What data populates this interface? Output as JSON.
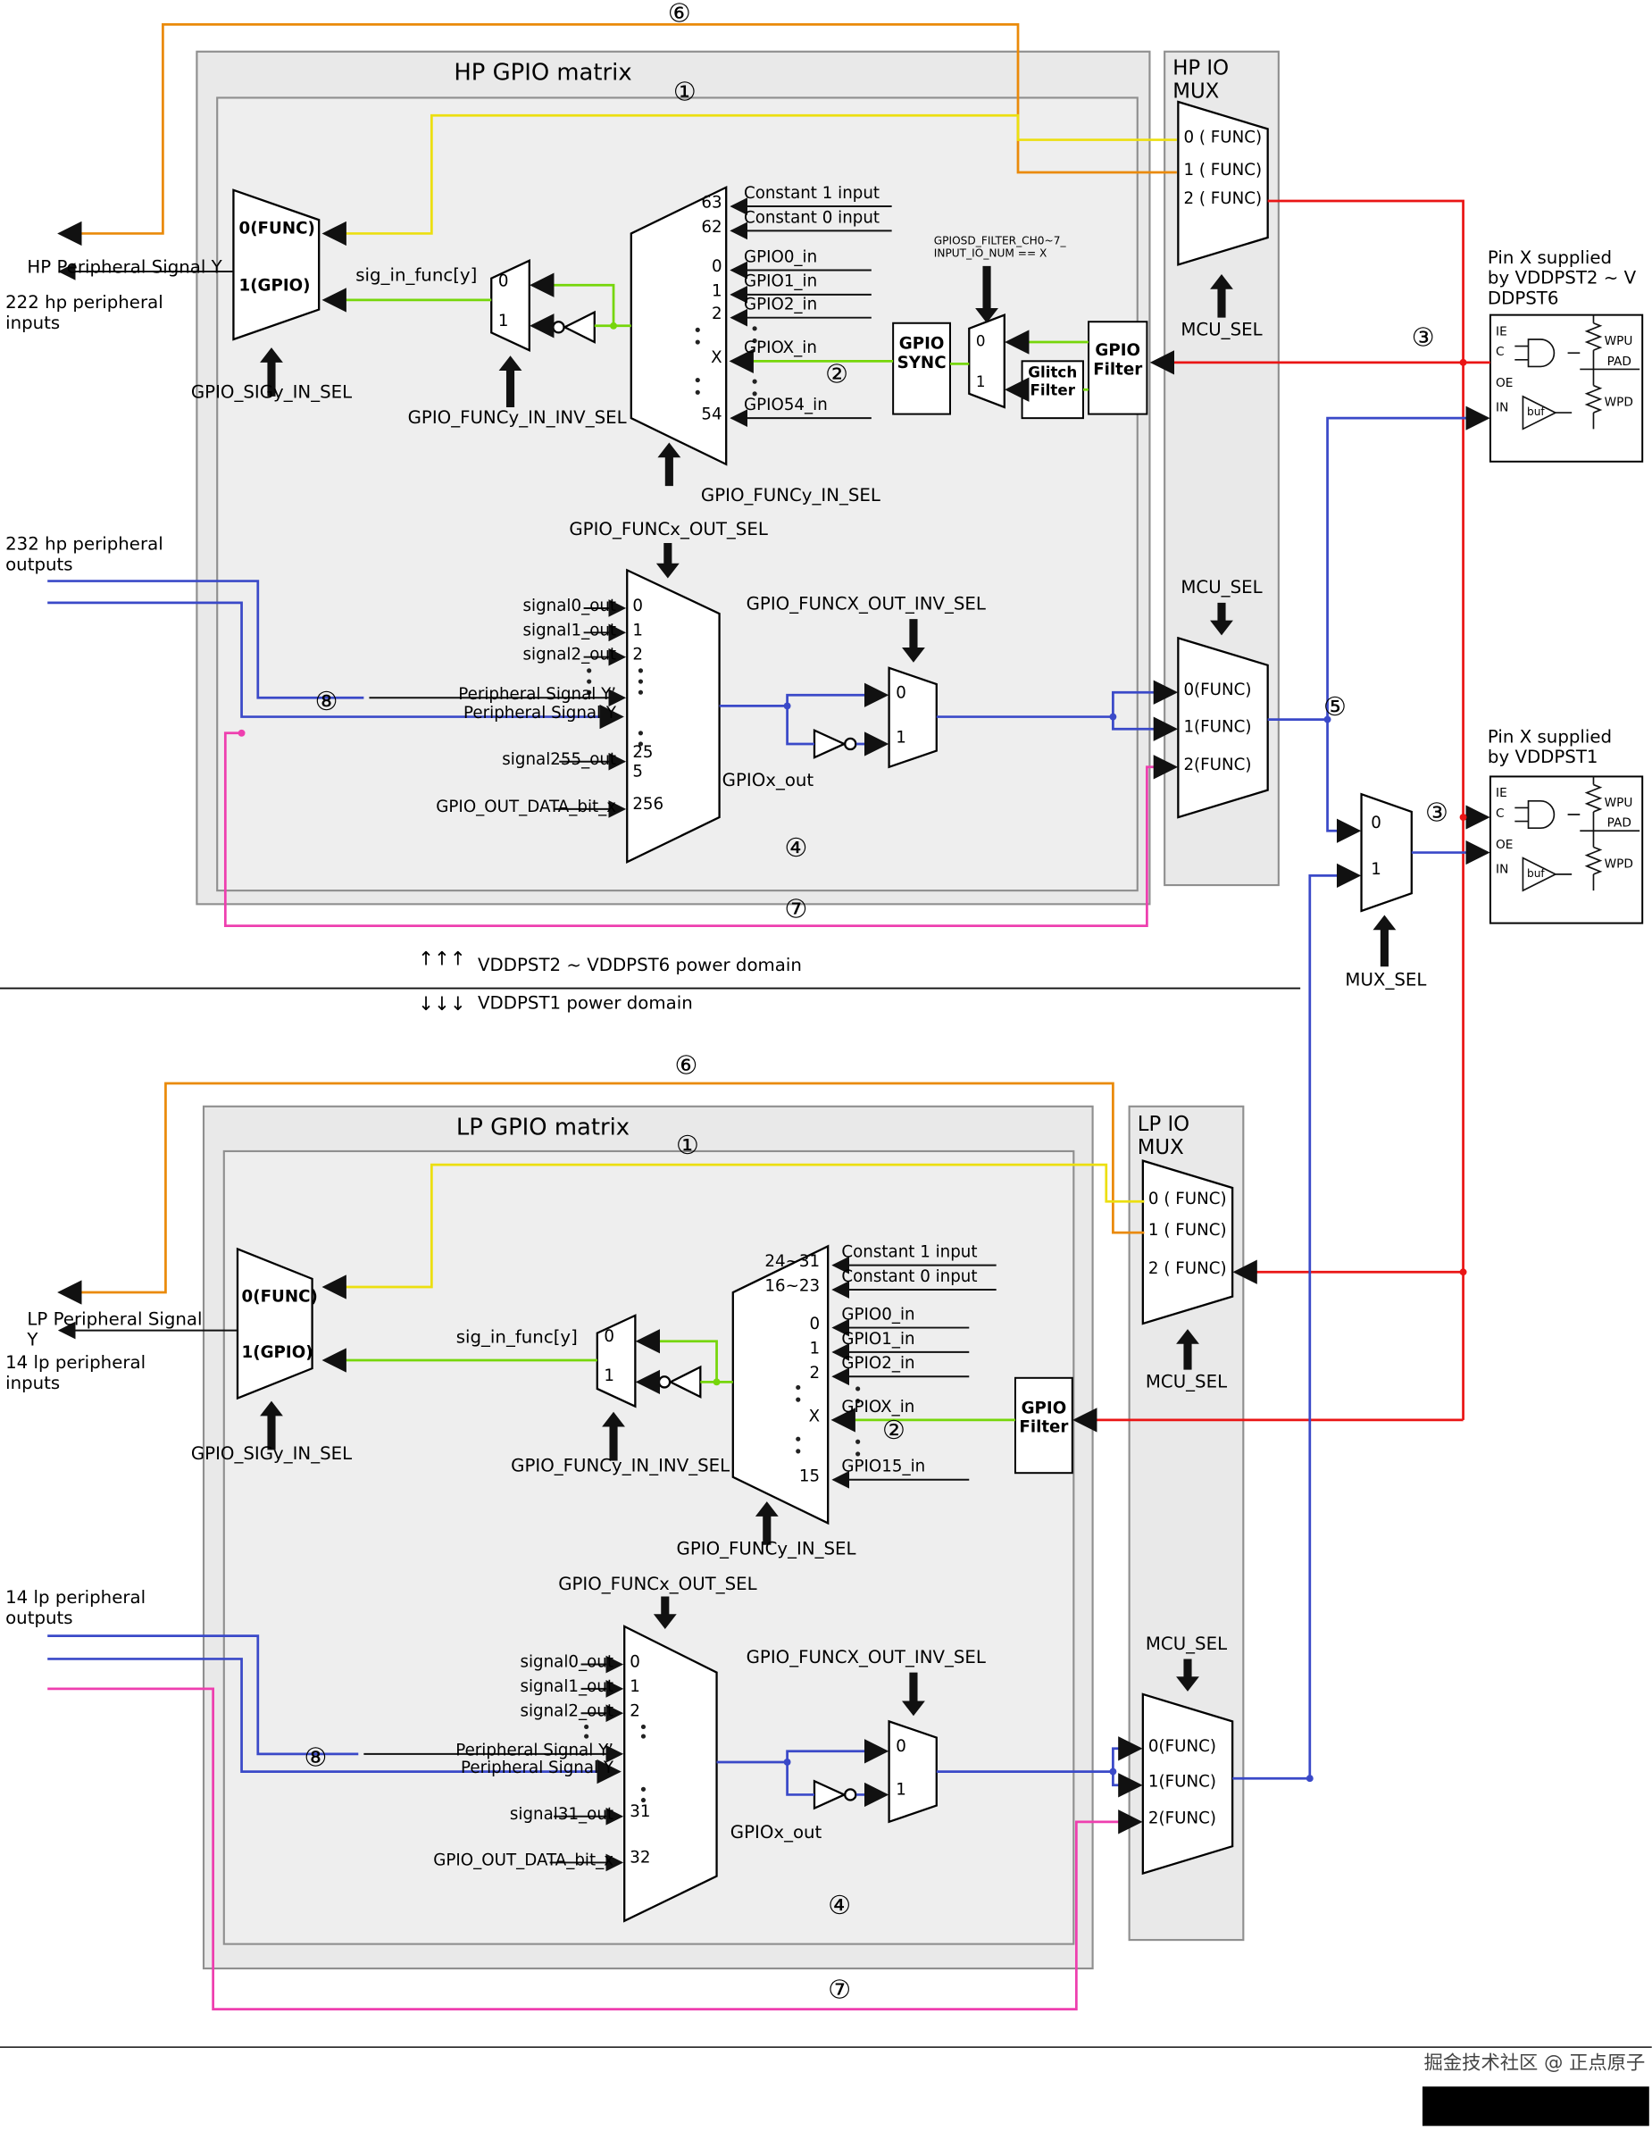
{
  "markers": {
    "n1": "①",
    "n2": "②",
    "n3": "③",
    "n4": "④",
    "n5": "⑤",
    "n6": "⑥",
    "n7": "⑦",
    "n8": "⑧"
  },
  "power": {
    "hp_domain": "VDDPST2 ~ VDDPST6 power domain",
    "lp_domain": "VDDPST1 power domain",
    "up_arrows": "↑↑↑",
    "down_arrows": "↓↓↓"
  },
  "footer": {
    "credit": "掘金技术社区 @ 正点原子"
  },
  "pin_mux": {
    "in0": "0",
    "in1": "1",
    "sel": "MUX_SEL"
  },
  "pin_hp": {
    "caption": "Pin X supplied\nby VDDPST2 ~ V\nDDPST6",
    "ie": "IE",
    "c": "C",
    "oe": "OE",
    "in_": "IN",
    "buf": "buf",
    "wpu": "WPU",
    "pad": "PAD",
    "wpd": "WPD"
  },
  "pin_lp": {
    "caption": "Pin X supplied\nby VDDPST1",
    "ie": "IE",
    "c": "C",
    "oe": "OE",
    "in_": "IN",
    "buf": "buf",
    "wpu": "WPU",
    "pad": "PAD",
    "wpd": "WPD"
  },
  "hp": {
    "title": "HP GPIO matrix",
    "peripheral_signal": "HP Peripheral Signal Y",
    "peripheral_inputs": "222 hp peripheral\ninputs",
    "peripheral_outputs": "232 hp peripheral\noutputs",
    "sig_in_func": "sig_in_func[y]",
    "sig_mux": {
      "r0": "0(FUNC)",
      "r1": "1(GPIO)",
      "sel": "GPIO_SIGy_IN_SEL"
    },
    "inv_mux": {
      "r0": "0",
      "r1": "1",
      "sel": "GPIO_FUNCy_IN_INV_SEL"
    },
    "in_mux": {
      "sel": "GPIO_FUNCy_IN_SEL",
      "rows": [
        "63",
        "62",
        "0",
        "1",
        "2",
        "X",
        "54"
      ],
      "inputs": [
        "Constant 1 input",
        "Constant 0 input",
        "GPIO0_in",
        "GPIO1_in",
        "GPIO2_in",
        "GPIOX_in",
        "GPIO54_in"
      ]
    },
    "sync": "GPIO\nSYNC",
    "glitch": "Glitch\nFilter",
    "filter": "GPIO\nFilter",
    "sd_note": "GPIOSD_FILTER_CH0~7_\nINPUT_IO_NUM == X",
    "sync_mux": {
      "r0": "0",
      "r1": "1"
    },
    "out_sel": "GPIO_FUNCx_OUT_SEL",
    "out_mux": {
      "rows": [
        "0",
        "1",
        "2",
        "255",
        "256"
      ],
      "inputs": [
        "signal0_out",
        "signal1_out",
        "signal2_out",
        "Peripheral Signal Y’",
        "Peripheral Signal Y",
        "signal255_out",
        "GPIO_OUT_DATA_bit_x"
      ]
    },
    "out_inv": {
      "sel": "GPIO_FUNCX_OUT_INV_SEL",
      "r0": "0",
      "r1": "1"
    },
    "gpiox_out": "GPIOx_out"
  },
  "hp_iomux": {
    "title": "HP IO\nMUX",
    "mcu_sel": "MCU_SEL",
    "in_rows": [
      "0 ( FUNC)",
      "1 ( FUNC)",
      "2 ( FUNC)"
    ],
    "out_rows": [
      "0(FUNC)",
      "1(FUNC)",
      "2(FUNC)"
    ]
  },
  "lp": {
    "title": "LP GPIO matrix",
    "peripheral_signal": "LP Peripheral Signal Y",
    "peripheral_inputs": "14 lp peripheral\ninputs",
    "peripheral_outputs": "14 lp peripheral\noutputs",
    "sig_in_func": "sig_in_func[y]",
    "sig_mux": {
      "r0": "0(FUNC)",
      "r1": "1(GPIO)",
      "sel": "GPIO_SIGy_IN_SEL"
    },
    "inv_mux": {
      "r0": "0",
      "r1": "1",
      "sel": "GPIO_FUNCy_IN_INV_SEL"
    },
    "in_mux": {
      "sel": "GPIO_FUNCy_IN_SEL",
      "rows": [
        "24~31",
        "16~23",
        "0",
        "1",
        "2",
        "X",
        "15"
      ],
      "inputs": [
        "Constant 1 input",
        "Constant 0 input",
        "GPIO0_in",
        "GPIO1_in",
        "GPIO2_in",
        "GPIOX_in",
        "GPIO15_in"
      ]
    },
    "filter": "GPIO\nFilter",
    "out_sel": "GPIO_FUNCx_OUT_SEL",
    "out_mux": {
      "rows": [
        "0",
        "1",
        "2",
        "31",
        "32"
      ],
      "inputs": [
        "signal0_out",
        "signal1_out",
        "signal2_out",
        "Peripheral Signal Y’",
        "Peripheral Signal Y",
        "signal31_out",
        "GPIO_OUT_DATA_bit_x"
      ]
    },
    "out_inv": {
      "sel": "GPIO_FUNCX_OUT_INV_SEL",
      "r0": "0",
      "r1": "1"
    },
    "gpiox_out": "GPIOx_out"
  },
  "lp_iomux": {
    "title": "LP IO\nMUX",
    "mcu_sel": "MCU_SEL",
    "in_rows": [
      "0 ( FUNC)",
      "1 ( FUNC)",
      "2 ( FUNC)"
    ],
    "out_rows": [
      "0(FUNC)",
      "1(FUNC)",
      "2(FUNC)"
    ]
  }
}
